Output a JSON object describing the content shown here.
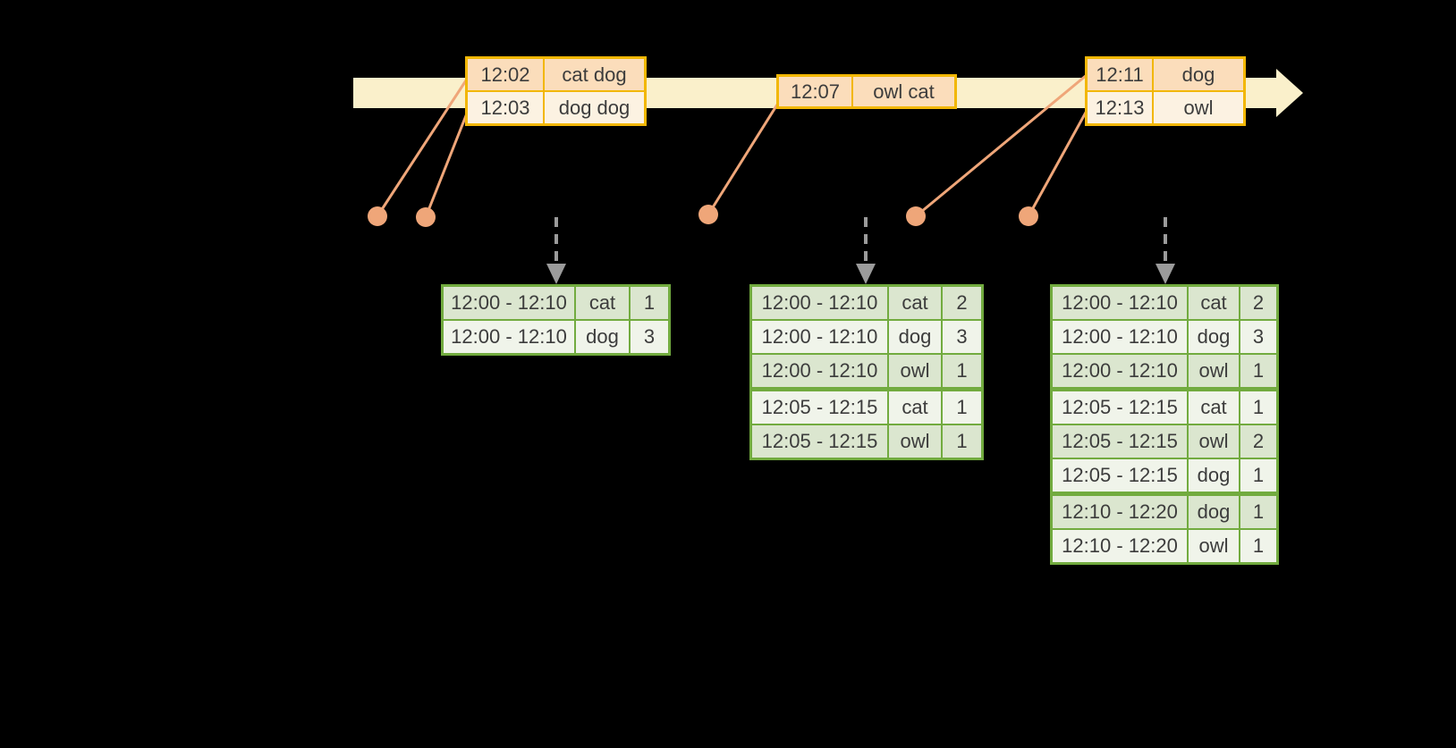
{
  "colors": {
    "background": "#000000",
    "timeline_band": "#faf0cb",
    "event_table_border": "#f2b705",
    "event_row_dark": "#fbddbb",
    "event_row_light": "#fcf2e2",
    "connector_salmon": "#efa679",
    "result_table_border": "#72ab3f",
    "result_row_dark": "#dbe6cf",
    "result_row_light": "#f0f4ea",
    "trigger_arrow_gray": "#9b9b9b",
    "text": "#3c3c3c"
  },
  "timeline": {
    "event_tables": [
      {
        "rows": [
          {
            "time": "12:02",
            "words": "cat dog"
          },
          {
            "time": "12:03",
            "words": "dog dog"
          }
        ]
      },
      {
        "rows": [
          {
            "time": "12:07",
            "words": "owl cat"
          }
        ]
      },
      {
        "rows": [
          {
            "time": "12:11",
            "words": "dog"
          },
          {
            "time": "12:13",
            "words": "owl"
          }
        ]
      }
    ]
  },
  "result_tables": [
    {
      "rows": [
        {
          "window": "12:00 - 12:10",
          "word": "cat",
          "count": 1
        },
        {
          "window": "12:00 - 12:10",
          "word": "dog",
          "count": 3
        }
      ]
    },
    {
      "rows": [
        {
          "window": "12:00 - 12:10",
          "word": "cat",
          "count": 2
        },
        {
          "window": "12:00 - 12:10",
          "word": "dog",
          "count": 3
        },
        {
          "window": "12:00 - 12:10",
          "word": "owl",
          "count": 1
        },
        {
          "window": "12:05 - 12:15",
          "word": "cat",
          "count": 1
        },
        {
          "window": "12:05 - 12:15",
          "word": "owl",
          "count": 1
        }
      ]
    },
    {
      "rows": [
        {
          "window": "12:00 - 12:10",
          "word": "cat",
          "count": 2
        },
        {
          "window": "12:00 - 12:10",
          "word": "dog",
          "count": 3
        },
        {
          "window": "12:00 - 12:10",
          "word": "owl",
          "count": 1
        },
        {
          "window": "12:05 - 12:15",
          "word": "cat",
          "count": 1
        },
        {
          "window": "12:05 - 12:15",
          "word": "owl",
          "count": 2
        },
        {
          "window": "12:05 - 12:15",
          "word": "dog",
          "count": 1
        },
        {
          "window": "12:10 - 12:20",
          "word": "dog",
          "count": 1
        },
        {
          "window": "12:10 - 12:20",
          "word": "owl",
          "count": 1
        }
      ]
    }
  ],
  "icons": {
    "timeline_arrow": "right-arrow",
    "event_marker": "salmon-dot",
    "trigger_arrow": "dashed-down-arrow"
  }
}
